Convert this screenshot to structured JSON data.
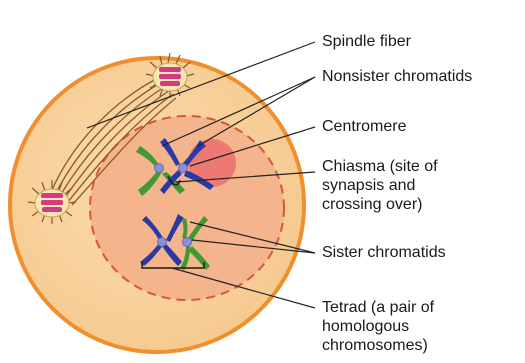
{
  "labels": {
    "spindle_fiber": "Spindle fiber",
    "nonsister_chromatids": "Nonsister chromatids",
    "centromere": "Centromere",
    "chiasma": [
      "Chiasma (site of",
      "synapsis and",
      "crossing over)"
    ],
    "sister_chromatids": "Sister chromatids",
    "tetrad": [
      "Tetrad (a pair of",
      "homologous",
      "chromosomes)"
    ]
  },
  "colors": {
    "cytoplasm": "#f6c98f",
    "cell_border": "#ef8f2e",
    "nucleus": "#f4b48c",
    "nuclear_envelope": "#d9553b",
    "chiasma_highlight": "#ea6f6f",
    "chromatid_blue": "#2a3aa5",
    "chromatid_green": "#3f9a34",
    "centromere": "#8d8fd6",
    "centrosome_fill": "#f6e6b4",
    "centriole": "#d23a84",
    "spindle": "#8a5a26",
    "leader": "#222222"
  }
}
